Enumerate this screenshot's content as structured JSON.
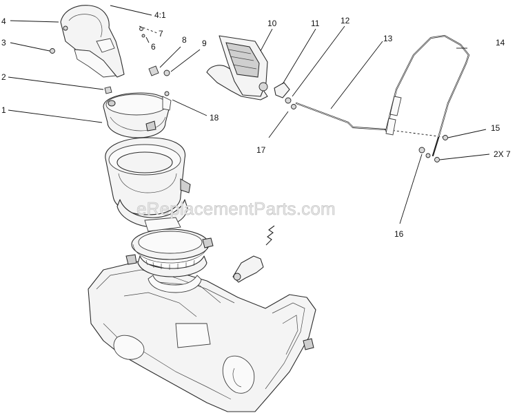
{
  "watermark": "eReplacementParts.com",
  "callouts": {
    "c1": "1",
    "c2": "2",
    "c3": "3",
    "c4": "4",
    "c4to1": "4:1",
    "c6": "6",
    "c7": "7",
    "c8": "8",
    "c9": "9",
    "c10": "10",
    "c11": "11",
    "c12": "12",
    "c13": "13",
    "c14": "14",
    "c15": "15",
    "c16": "16",
    "c17": "17",
    "c18": "18",
    "c2x7": "2X 7"
  }
}
